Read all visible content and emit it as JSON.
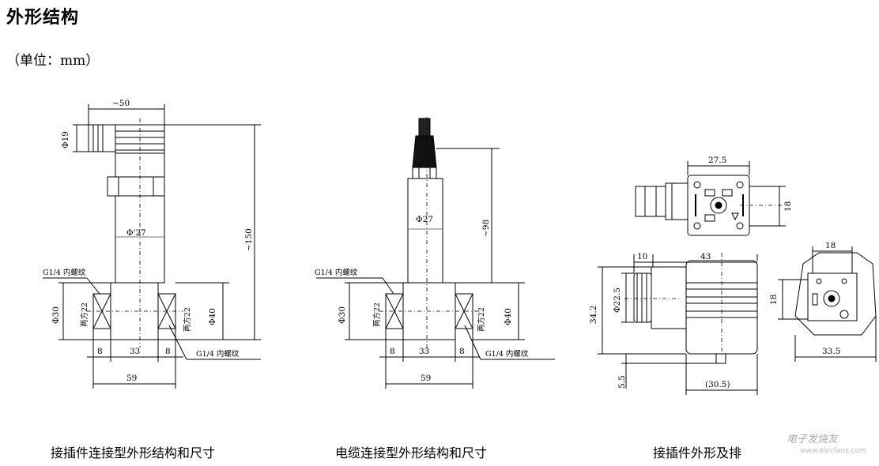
{
  "header": {
    "title": "外形结构",
    "unit_note": "（单位：mm）"
  },
  "figures": [
    {
      "caption": "接插件连接型外形结构和尺寸",
      "dims": {
        "width_top": "~50",
        "connector_dia": "Φ19",
        "height": "~150",
        "body_dia": "Φ'27",
        "thread_top": "G1/4 内螺纹",
        "left_dia": "Φ30",
        "flat_left": "两方22",
        "flat_right": "两方22",
        "right_dia": "Φ40",
        "seg_left": "8",
        "seg_mid": "33",
        "seg_right": "8",
        "thread_bottom": "G1/4 内螺纹",
        "total_width": "59"
      }
    },
    {
      "caption": "电缆连接型外形结构和尺寸",
      "dims": {
        "body_dia": "Φ27",
        "height": "~98",
        "thread_top": "G1/4 内螺纹",
        "left_dia": "Φ30",
        "flat_left": "两方22",
        "flat_right": "两方22",
        "right_dia": "Φ40",
        "seg_left": "8",
        "seg_mid": "33",
        "seg_right": "8",
        "thread_bottom": "G1/4 内螺纹",
        "total_width": "59"
      }
    },
    {
      "caption": "接插件外形及排",
      "dims": {
        "top_width": "27.5",
        "top_height": "18",
        "side_a": "10",
        "side_b": "43",
        "side_dia": "Φ22.5",
        "side_height": "34.2",
        "side_bottom": "5.5",
        "side_base": "(30.5)",
        "end_width": "18",
        "end_height": "18",
        "end_base": "33.5"
      }
    }
  ],
  "watermark": {
    "line1": "电子发烧友",
    "line2": "www.elecfans.com"
  }
}
